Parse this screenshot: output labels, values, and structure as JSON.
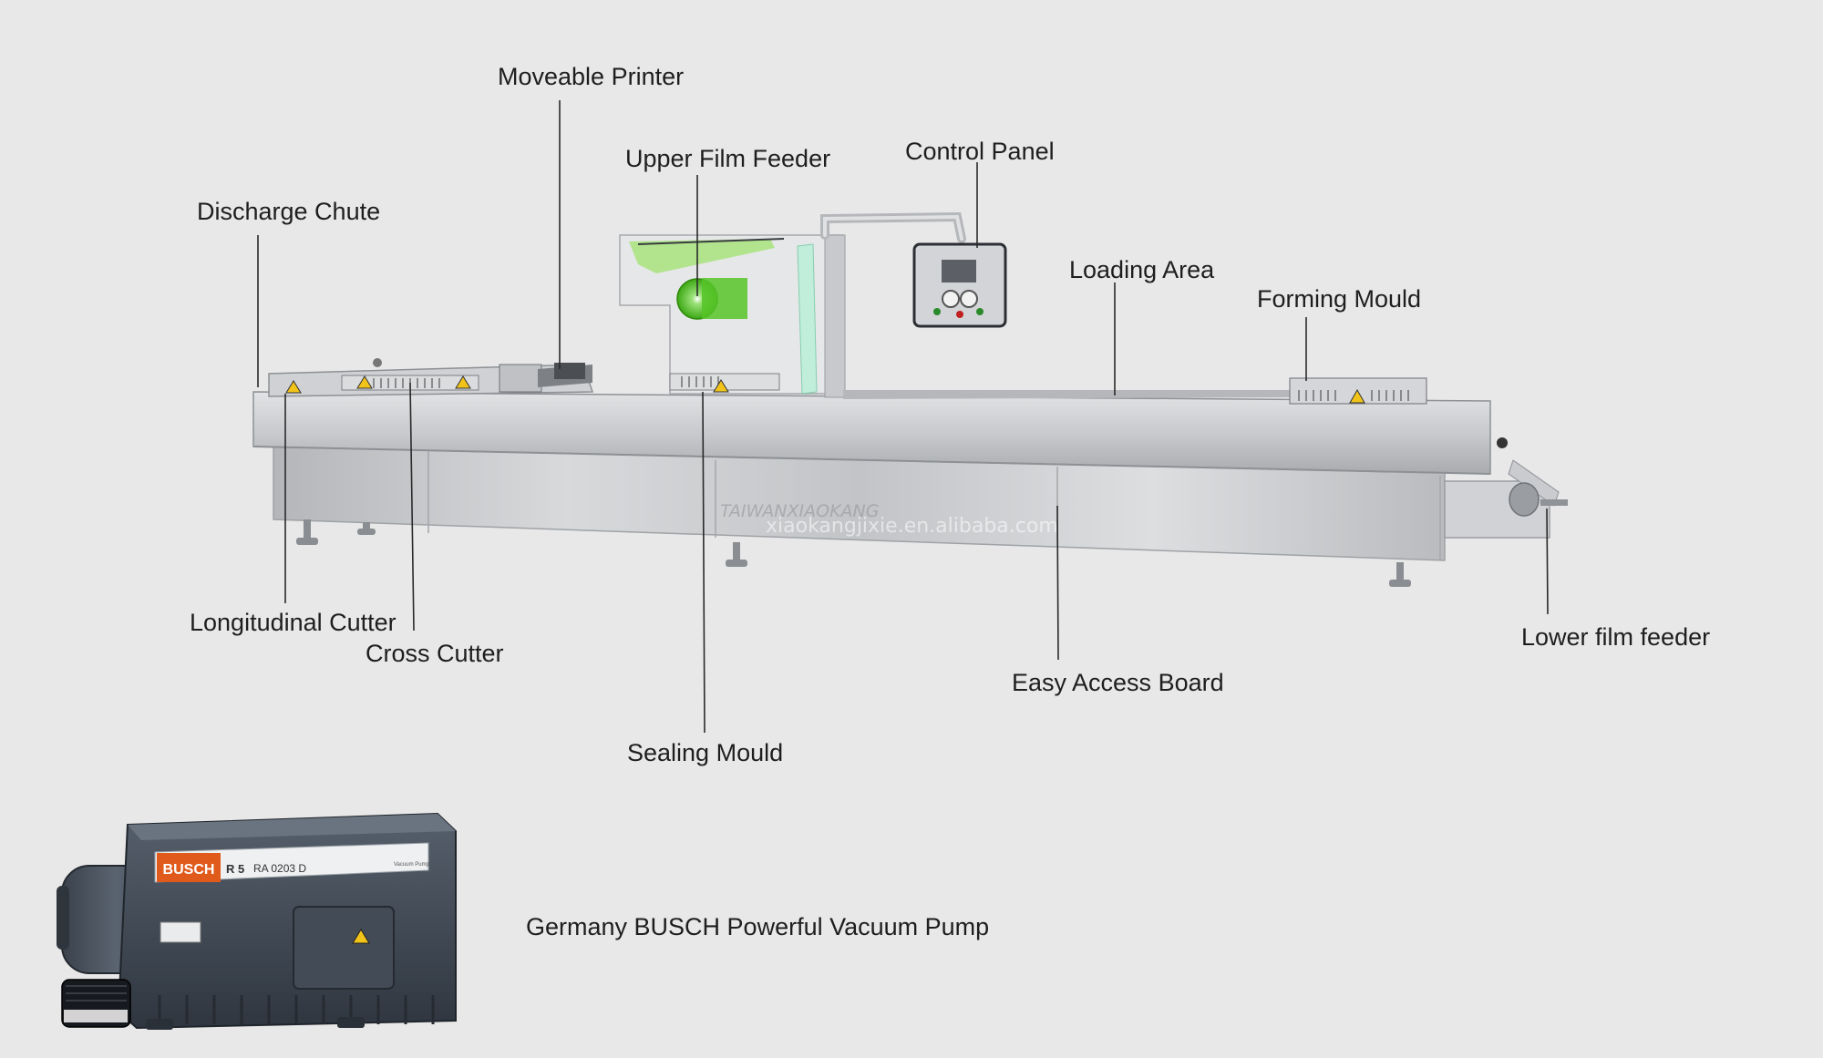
{
  "diagram": {
    "labels": {
      "moveable_printer": "Moveable Printer",
      "upper_film_feeder": "Upper Film Feeder",
      "control_panel": "Control Panel",
      "discharge_chute": "Discharge Chute",
      "loading_area": "Loading Area",
      "forming_mould": "Forming Mould",
      "longitudinal_cutter": "Longitudinal Cutter",
      "cross_cutter": "Cross Cutter",
      "sealing_mould": "Sealing Mould",
      "easy_access_board": "Easy Access Board",
      "lower_film_feeder": "Lower film feeder"
    },
    "watermark": {
      "brand": "TAIWANXIAOKANG",
      "url": "xiaokangjixie.en.alibaba.com"
    },
    "pump": {
      "caption": "Germany BUSCH Powerful Vacuum Pump",
      "logo_text": "BUSCH",
      "model_prefix": "R 5",
      "model": "RA 0203 D",
      "plate_small": "Vacuum Pump"
    }
  },
  "colors": {
    "background": "#e8e8e8",
    "steel": "#c6c8ca",
    "pump_body": "#3f4752",
    "busch_orange": "#e05a1c",
    "film_green": "#4fc21f",
    "warning_yellow": "#f2c41a"
  },
  "icons": [
    "warning-triangle-icon"
  ]
}
